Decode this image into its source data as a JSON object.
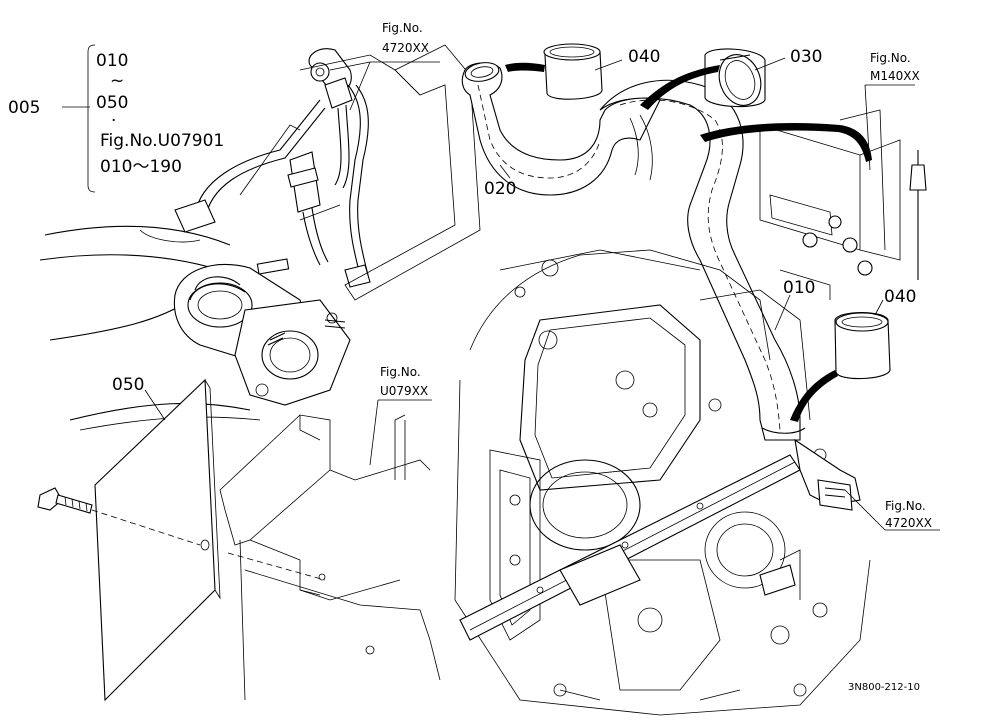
{
  "parts": [
    {
      "id": "p005",
      "label": "005"
    },
    {
      "id": "p010",
      "label": "010"
    },
    {
      "id": "p020",
      "label": "020"
    },
    {
      "id": "p030",
      "label": "030"
    },
    {
      "id": "p040a",
      "label": "040"
    },
    {
      "id": "p040b",
      "label": "040"
    },
    {
      "id": "p050",
      "label": "050"
    }
  ],
  "index_bracket": {
    "line1": "010",
    "line2": "~",
    "line3": "050",
    "line4": "·",
    "line5": "Fig.No.U07901",
    "line6": "010～190"
  },
  "fig_refs": [
    {
      "id": "ref1",
      "line1": "Fig.No.",
      "line2": "4720XX"
    },
    {
      "id": "ref2",
      "line1": "Fig.No.",
      "line2": "M140XX"
    },
    {
      "id": "ref3",
      "line1": "Fig.No.",
      "line2": "U079XX"
    },
    {
      "id": "ref4",
      "line1": "Fig.No.",
      "line2": "4720XX"
    }
  ],
  "drawing_code": "3N800-212-10"
}
